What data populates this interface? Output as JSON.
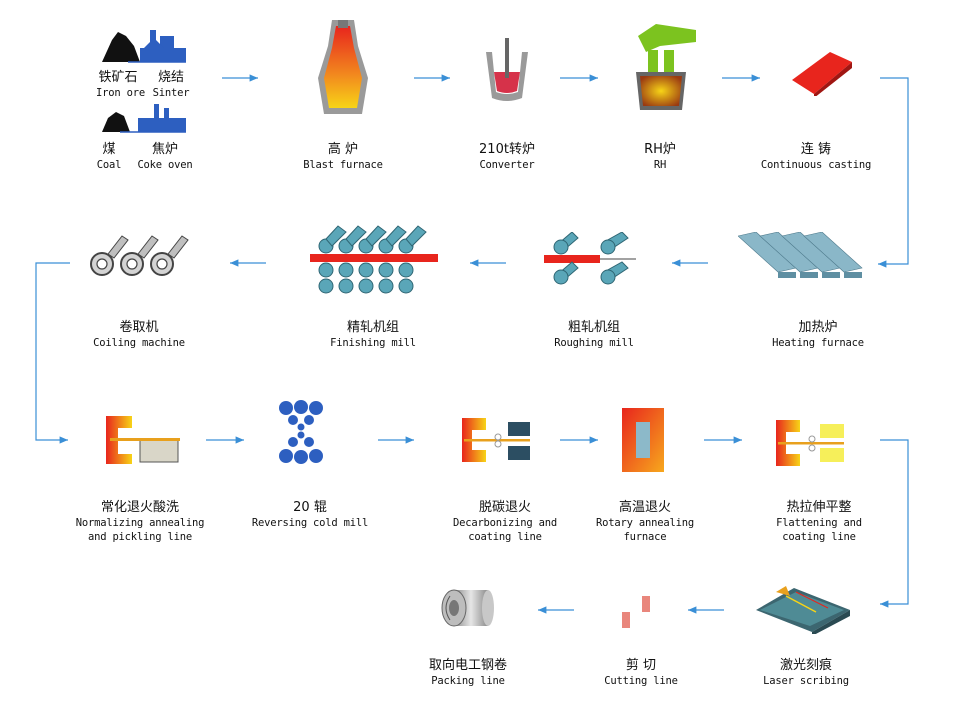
{
  "colors": {
    "arrow": "#3a8fd6",
    "hot_start": "#f7d417",
    "hot_end": "#e8251d",
    "steel_blue": "#2d5fc0",
    "roll_teal": "#5aa6b8"
  },
  "steps": {
    "iron_ore": {
      "zh": "铁矿石",
      "en": "Iron ore"
    },
    "sinter": {
      "zh": "烧结",
      "en": "Sinter"
    },
    "coal": {
      "zh": "煤",
      "en": "Coal"
    },
    "coke_oven": {
      "zh": "焦炉",
      "en": "Coke oven"
    },
    "blast_furnace": {
      "zh": "高 炉",
      "en": "Blast furnace"
    },
    "converter": {
      "zh": "210t转炉",
      "en": "Converter"
    },
    "rh": {
      "zh": "RH炉",
      "en": "RH"
    },
    "continuous_casting": {
      "zh": "连 铸",
      "en": "Continuous casting"
    },
    "heating_furnace": {
      "zh": "加热炉",
      "en": "Heating furnace"
    },
    "roughing_mill": {
      "zh": "粗轧机组",
      "en": "Roughing mill"
    },
    "finishing_mill": {
      "zh": "精轧机组",
      "en": "Finishing mill"
    },
    "coiling_machine": {
      "zh": "卷取机",
      "en": "Coiling machine"
    },
    "normalizing": {
      "zh": "常化退火酸洗",
      "en1": "Normalizing annealing",
      "en2": "and pickling line"
    },
    "reversing_mill": {
      "zh": "20 辊",
      "en": "Reversing cold mill"
    },
    "decarbonizing": {
      "zh": "脱碳退火",
      "en1": "Decarbonizing and",
      "en2": "coating line"
    },
    "rotary_annealing": {
      "zh": "高温退火",
      "en1": "Rotary annealing",
      "en2": "furnace"
    },
    "flattening": {
      "zh": "热拉伸平整",
      "en1": "Flattening and",
      "en2": "coating line"
    },
    "laser_scribing": {
      "zh": "激光刻痕",
      "en": "Laser scribing"
    },
    "cutting_line": {
      "zh": "剪 切",
      "en": "Cutting line"
    },
    "packing_line": {
      "zh": "取向电工钢卷",
      "en": "Packing line"
    }
  }
}
